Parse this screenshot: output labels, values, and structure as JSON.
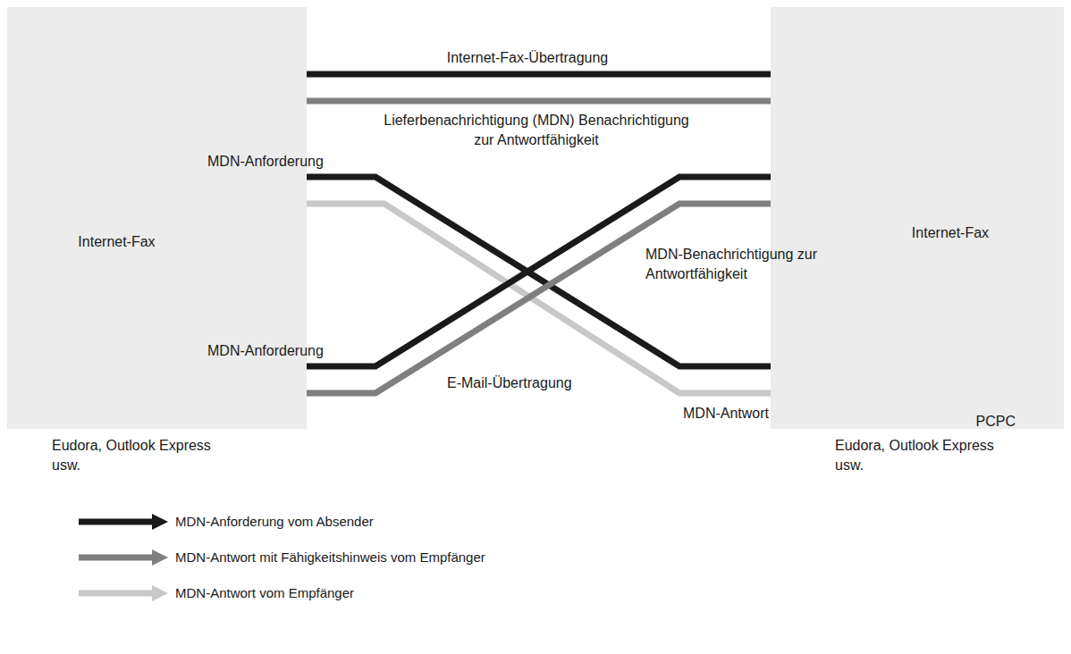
{
  "diagram": {
    "nodes": [
      {
        "text": [
          "Eudora, Outlook Express usw."
        ]
      },
      {
        "text": [
          "Internet-Fax"
        ],
        "in": 0
      },
      {
        "text": [],
        "in": 0
      },
      {
        "text": [
          "Eudora, Outlook Express usw."
        ]
      },
      {
        "text": [
          "Internet-Fax"
        ],
        "in": 3
      },
      {
        "text": [
          "PCPC"
        ],
        "in": 3
      }
    ],
    "edges": [
      {
        "from": 1,
        "to": 4,
        "arrow": "to",
        "label": "Internet-Fax-Übertragung"
      },
      {
        "from": 4,
        "to": 1,
        "arrow": "to",
        "label": "Lieferbenachrichtigung (MDN) Benachrichtigung zur Antwortfähigkeit"
      },
      {
        "from": 1,
        "to": 5,
        "arrow": "to",
        "label": "MDN-Anforderung"
      },
      {
        "from": 5,
        "to": 1,
        "arrow": "to",
        "label": "MDN-Antwort"
      },
      {
        "from": 2,
        "to": 4,
        "arrow": "to",
        "label": "MDN-Anforderung"
      },
      {
        "from": 4,
        "to": 2,
        "arrow": "to",
        "label": "MDN-Benachrichtigung zur Antwortfähigkeit"
      }
    ],
    "labels": [
      "E-Mail-Übertragung"
    ],
    "legend": [
      {
        "text": "MDN-Anforderung vom Absender",
        "color": "#1a1a1a"
      },
      {
        "text": "MDN-Antwort mit Fähigkeitshinweis vom Empfänger",
        "color": "#7f7f7f"
      },
      {
        "text": "MDN-Antwort vom Empfänger",
        "color": "#c8c8c8"
      }
    ]
  }
}
